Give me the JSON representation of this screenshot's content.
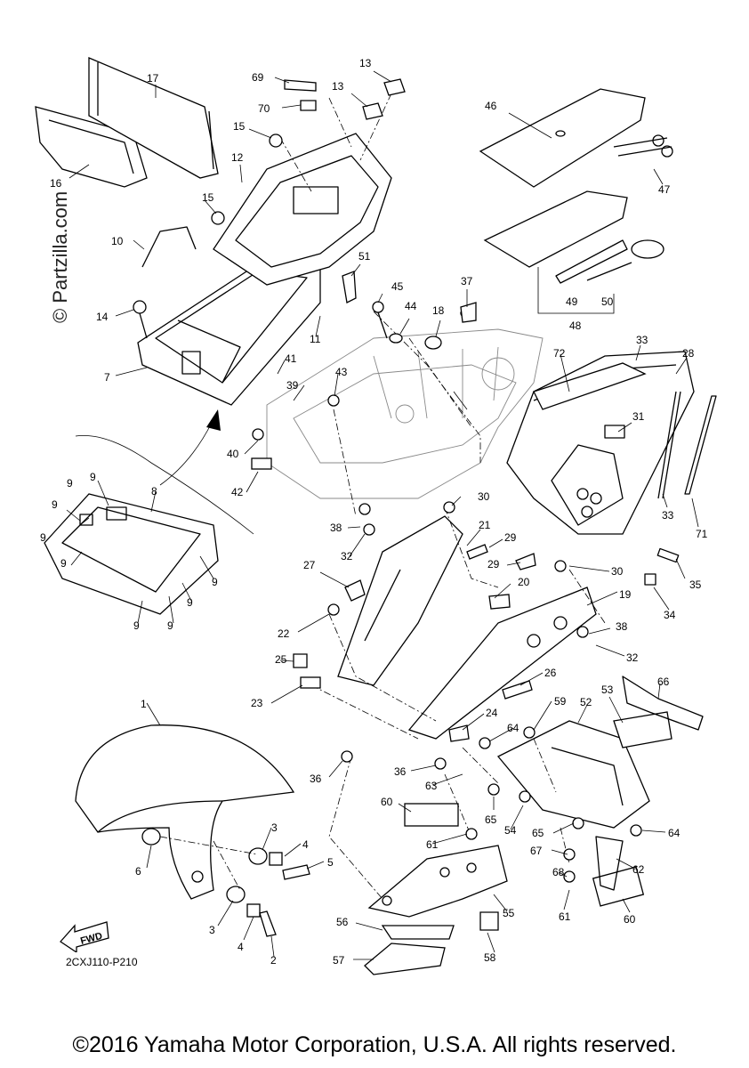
{
  "watermark": "© Partzilla.com",
  "diagram_code": "2CXJ110-P210",
  "fwd_label": "FWD",
  "copyright": "©2016 Yamaha Motor Corporation, U.S.A. All rights reserved.",
  "callouts": [
    "1",
    "2",
    "3",
    "3",
    "4",
    "4",
    "5",
    "6",
    "7",
    "8",
    "9",
    "9",
    "9",
    "9",
    "9",
    "9",
    "9",
    "9",
    "9",
    "10",
    "11",
    "12",
    "13",
    "13",
    "14",
    "15",
    "15",
    "16",
    "17",
    "18",
    "19",
    "20",
    "21",
    "22",
    "23",
    "24",
    "25",
    "26",
    "27",
    "28",
    "29",
    "29",
    "30",
    "30",
    "31",
    "32",
    "32",
    "33",
    "33",
    "34",
    "35",
    "36",
    "36",
    "37",
    "38",
    "38",
    "39",
    "40",
    "41",
    "42",
    "43",
    "44",
    "45",
    "46",
    "47",
    "48",
    "49",
    "50",
    "51",
    "52",
    "53",
    "54",
    "55",
    "56",
    "57",
    "58",
    "59",
    "60",
    "60",
    "61",
    "61",
    "62",
    "63",
    "64",
    "64",
    "65",
    "65",
    "66",
    "67",
    "68",
    "69",
    "70",
    "71",
    "72"
  ],
  "colors": {
    "line": "#000000",
    "frame_line": "#888888",
    "background": "#ffffff"
  }
}
